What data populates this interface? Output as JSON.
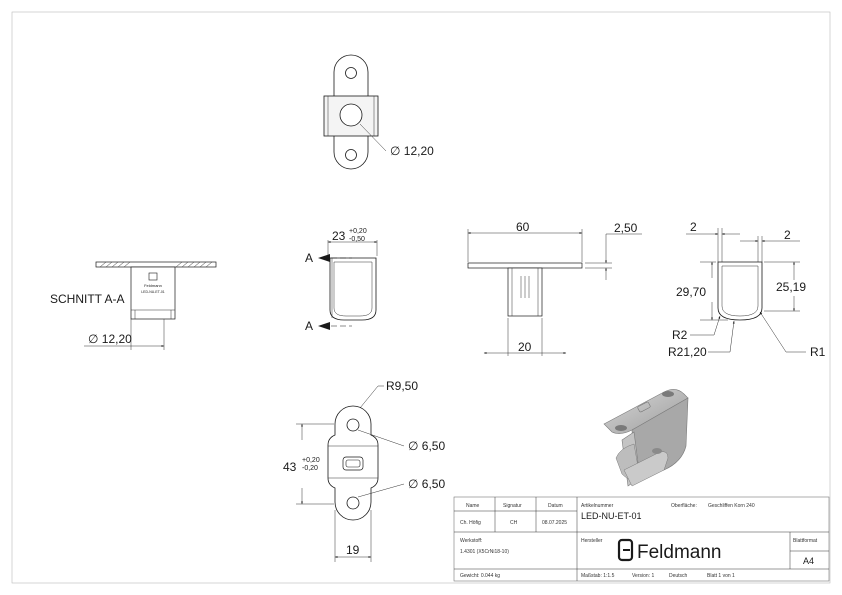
{
  "views": {
    "top": {
      "bore": "∅ 12,20"
    },
    "section": {
      "label": "SCHNITT A-A",
      "bore": "∅ 12,20",
      "engrave_logo": "Feldmann",
      "engrave_code": "LED-NU-ET-01"
    },
    "front": {
      "width_nominal": "23",
      "tol_plus": "+0,20",
      "tol_minus": "-0,50",
      "section_mark": "A"
    },
    "side": {
      "length": "60",
      "thickness": "2,50",
      "inner": "20"
    },
    "detail": {
      "wall_left": "2",
      "wall_right": "2",
      "height_left": "29,70",
      "height_right": "25,19",
      "r_small": "R2",
      "r_large": "R21,20",
      "r_outer": "R1"
    },
    "flat": {
      "radius": "R9,50",
      "hole_top": "∅ 6,50",
      "hole_bottom": "∅ 6,50",
      "height_nominal": "43",
      "tol_plus": "+0,20",
      "tol_minus": "-0,20",
      "width": "19"
    }
  },
  "title_block": {
    "headers": {
      "name": "Name",
      "signature": "Signatur",
      "date": "Datum"
    },
    "drawn_by": {
      "name": "Ch. Höfig",
      "signature": "CH",
      "date": "08.07.2025"
    },
    "article_label": "Artikelnummer",
    "article_number": "LED-NU-ET-01",
    "surface_label": "Oberfläche:",
    "surface_value": "Geschliffen Korn 240",
    "material_label": "Werkstoff:",
    "material_value": "1.4301 (X5CrNi18-10)",
    "manufacturer_label": "Hersteller",
    "logo_text": "Feldmann",
    "format_label": "Blattformat",
    "format_value": "A4",
    "weight": "Gewicht: 0.044 kg",
    "scale": "Maßstab: 1:1.5",
    "version": "Version: 1",
    "language": "Deutsch",
    "sheet": "Blatt 1 von 1"
  }
}
